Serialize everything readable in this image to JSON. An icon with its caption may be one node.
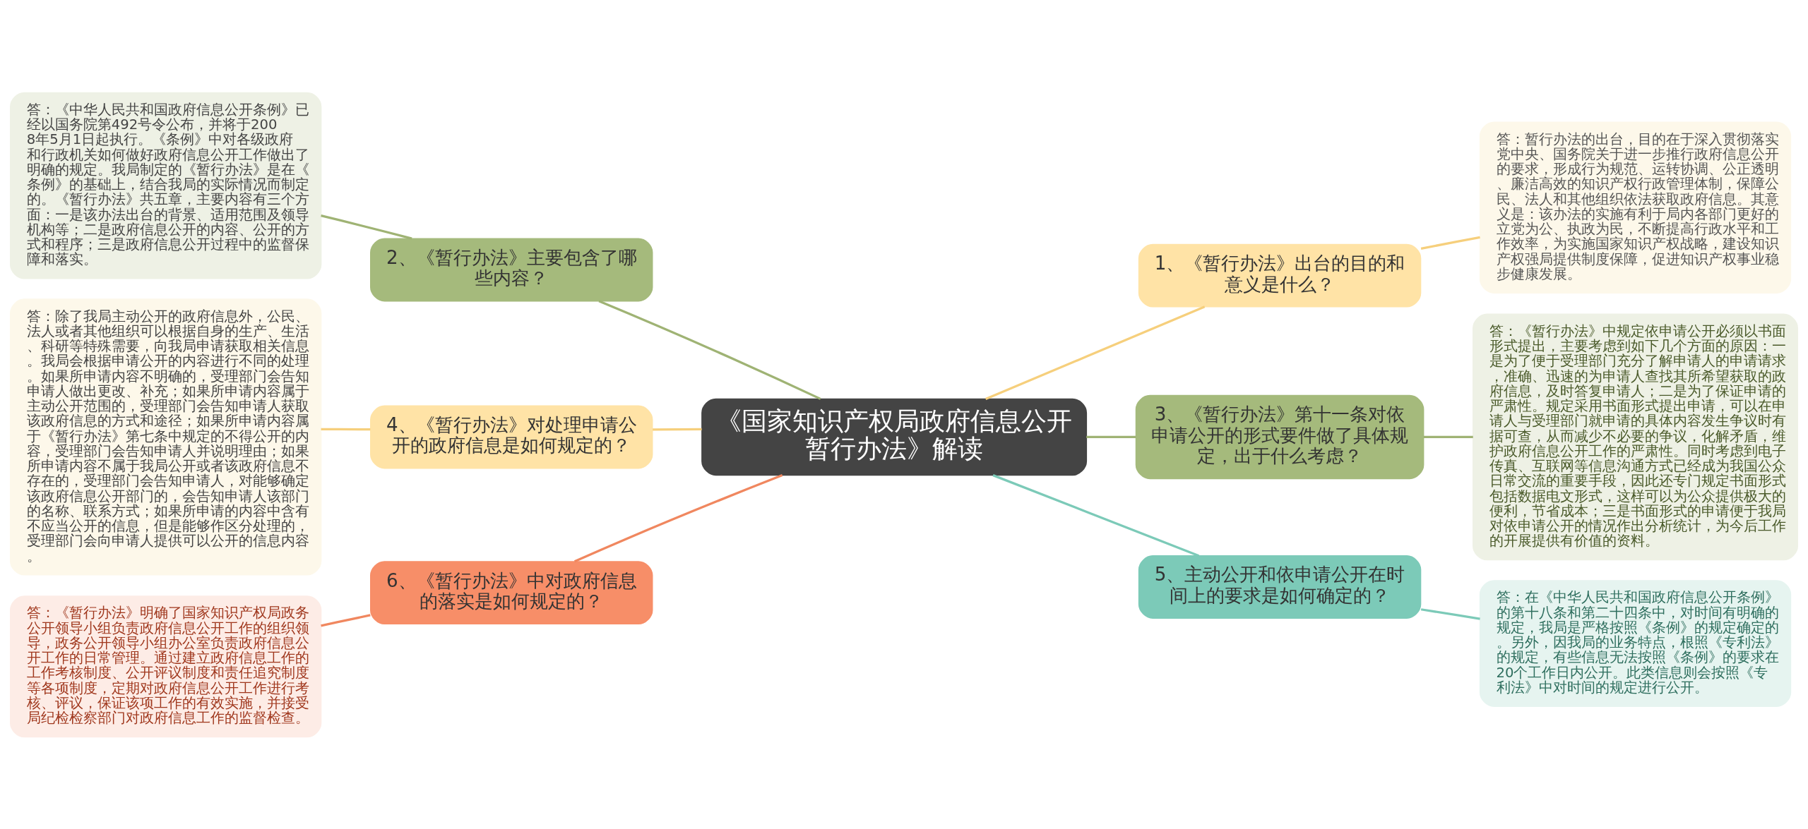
{
  "diagram": {
    "nodes": [
      {
        "text": [
          "《国家知识产权局政府信息公开暂行办法》解读"
        ]
      },
      {
        "text": [
          "1、《暂行办法》出台的目的和意义是什么？"
        ]
      },
      {
        "text": [
          "答：暂行办法的出台，目的在于深入贯彻落实党中央、国务院关于进一步推行政府信息公开的要求，形成行为规范、运转协调、公正透明、廉洁高效的知识产权行政管理体制，保障公民、法人和其他组织依法获取政府信息。其意义是：该办法的实施有利于局内各部门更好的立党为公、执政为民，不断提高行政水平和工作效率，为实施国家知识产权战略，建设知识产权强局提供制度保障，促进知识产权事业稳步健康发展。"
        ]
      },
      {
        "text": [
          "2、《暂行办法》主要包含了哪些内容？"
        ]
      },
      {
        "text": [
          "答：《中华人民共和国政府信息公开条例》已经以国务院第492号令公布，并将于2008年5月1日起执行。《条例》中对各级政府和行政机关如何做好政府信息公开工作做出了明确的规定。我局制定的《暂行办法》是在《条例》的基础上，结合我局的实际情况而制定的。《暂行办法》共五章，主要内容有三个方面：一是该办法出台的背景、适用范围及领导机构等；二是政府信息公开的内容、公开的方式和程序；三是政府信息公开过程中的监督保障和落实。"
        ]
      },
      {
        "text": [
          "3、《暂行办法》第十一条对依申请公开的形式要件做了具体规定，出于什么考虑？"
        ]
      },
      {
        "text": [
          "答：《暂行办法》中规定依申请公开必须以书面形式提出，主要考虑到如下几个方面的原因：一是为了便于受理部门充分了解申请人的申请请求，准确、迅速的为申请人查找其所希望获取的政府信息，及时答复申请人；二是为了保证申请的严肃性。规定采用书面形式提出申请，可以在申请人与受理部门就申请的具体内容发生争议时有据可查，从而减少不必要的争议，化解矛盾，维护政府信息公开工作的严肃性。同时考虑到电子传真、互联网等信息沟通方式已经成为我国公众日常交流的重要手段，因此还专门规定书面形式包括数据电文形式，这样可以为公众提供极大的便利，节省成本；三是书面形式的申请便于我局对依申请公开的情况作出分析统计，为今后工作的开展提供有价值的资料。"
        ]
      },
      {
        "text": [
          "4、《暂行办法》对处理申请公开的政府信息是如何规定的？"
        ]
      },
      {
        "text": [
          "答：除了我局主动公开的政府信息外，公民、法人或者其他组织可以根据自身的生产、生活、科研等特殊需要，向我局申请获取相关信息。我局会根据申请公开的内容进行不同的处理。如果所申请内容不明确的，受理部门会告知申请人做出更改、补充；如果所申请内容属于主动公开范围的，受理部门会告知申请人获取该政府信息的方式和途径；如果所申请内容属于《暂行办法》第七条中规定的不得公开的内容，受理部门会告知申请人并说明理由；如果所申请内容不属于我局公开或者该政府信息不存在的，受理部门会告知申请人，对能够确定该政府信息公开部门的，会告知申请人该部门的名称、联系方式；如果所申请的内容中含有不应当公开的信息，但是能够作区分处理的，受理部门会向申请人提供可以公开的信息内容。"
        ]
      },
      {
        "text": [
          "5、主动公开和依申请公开在时间上的要求是如何确定的？"
        ]
      },
      {
        "text": [
          "答：在《中华人民共和国政府信息公开条例》的第十八条和第二十四条中，对时间有明确的规定，我局是严格按照《条例》的规定确定的。另外，因我局的业务特点，根照《专利法》的规定，有些信息无法按照《条例》的要求在20个工作日内公开。此类信息则会按照《专利法》中对时间的规定进行公开。"
        ]
      },
      {
        "text": [
          "6、《暂行办法》中对政府信息的落实是如何规定的？"
        ]
      },
      {
        "text": [
          "答：《暂行办法》明确了国家知识产权局政务公开领导小组负责政府信息公开工作的组织领导，政务公开领导小组办公室负责政府信息公开工作的日常管理。通过建立政府信息工作的工作考核制度、公开评议制度和责任追究制度等各项制度，定期对政府信息公开工作进行考核、评议，保证该项工作的有效实施，并接受局纪检检察部门对政府信息工作的监督检查。"
        ]
      }
    ],
    "edges": [
      {
        "from": 0,
        "to": 1,
        "arrow": "none",
        "color": "#f6cf7c"
      },
      {
        "from": 1,
        "to": 2,
        "arrow": "none",
        "color": "#f6cf7c"
      },
      {
        "from": 0,
        "to": 3,
        "arrow": "none",
        "color": "#9fb374"
      },
      {
        "from": 3,
        "to": 4,
        "arrow": "none",
        "color": "#9fb374"
      },
      {
        "from": 0,
        "to": 5,
        "arrow": "none",
        "color": "#9fb374"
      },
      {
        "from": 5,
        "to": 6,
        "arrow": "none",
        "color": "#9fb374"
      },
      {
        "from": 0,
        "to": 7,
        "arrow": "none",
        "color": "#f6cf7c"
      },
      {
        "from": 7,
        "to": 8,
        "arrow": "none",
        "color": "#f6cf7c"
      },
      {
        "from": 0,
        "to": 9,
        "arrow": "none",
        "color": "#7ccab8"
      },
      {
        "from": 9,
        "to": 10,
        "arrow": "none",
        "color": "#7ccab8"
      },
      {
        "from": 0,
        "to": 11,
        "arrow": "none",
        "color": "#f0875f"
      },
      {
        "from": 11,
        "to": 12,
        "arrow": "none",
        "color": "#f0875f"
      }
    ]
  }
}
